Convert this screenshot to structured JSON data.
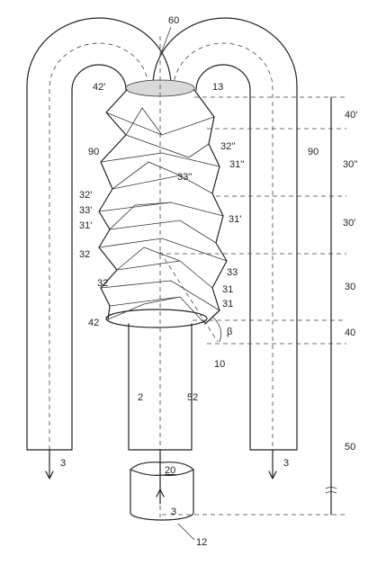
{
  "labels": {
    "l60": "60",
    "l42p": "42'",
    "l13": "13",
    "l40p": "40'",
    "l90a": "90",
    "l90b": "90",
    "l32pp": "32''",
    "l30pp": "30''",
    "l33pp": "33''",
    "l31pp": "31''",
    "l32p": "32'",
    "l33p": "33'",
    "l31p_left": "31'",
    "l31p_right": "31'",
    "l30p": "30'",
    "l32a": "32",
    "l32b": "32",
    "l33": "33",
    "l31a": "31",
    "l31b": "31",
    "l30": "30",
    "l42": "42",
    "lbeta": "β",
    "l40": "40",
    "l10": "10",
    "l2": "2",
    "l52": "52",
    "l50": "50",
    "l3a": "3",
    "l3b": "3",
    "l3c": "3",
    "l20": "20",
    "l12": "12"
  }
}
